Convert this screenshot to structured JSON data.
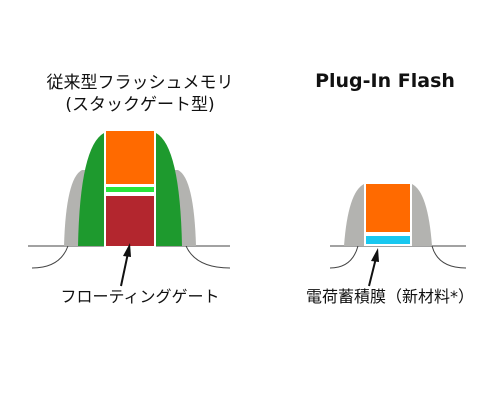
{
  "left_cell": {
    "title_line1": "従来型フラッシュメモリ",
    "title_line2": "(スタックゲート型)",
    "caption": "フローティングゲート"
  },
  "right_cell": {
    "title": "Plug-In Flash",
    "caption": "電荷蓄積膜（新材料*）"
  },
  "colors": {
    "spacer_gray": "#b3b3b0",
    "sidewall_green": "#1e9a2e",
    "control_gate_orange": "#ff6a00",
    "insulator_green": "#27e63a",
    "floating_gate_red": "#b3262e",
    "charge_film_cyan": "#19c8f0"
  }
}
